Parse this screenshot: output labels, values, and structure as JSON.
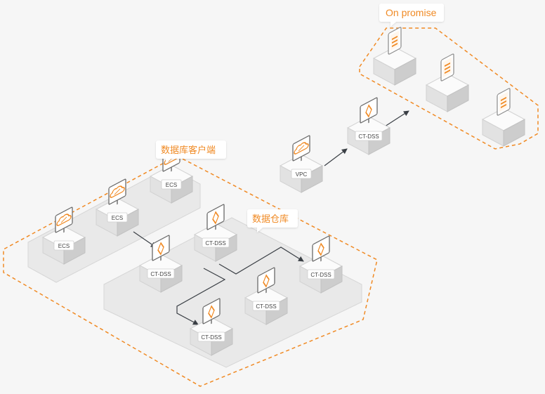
{
  "colors": {
    "accent": "#f08a24",
    "arrow": "#3a3f45",
    "platform_fill": "#e9e9e9",
    "platform_stroke": "#d4d4d4",
    "cube_top": "#fbfbfb",
    "cube_left": "#dedede",
    "cube_right": "#cacaca",
    "label_text": "#444444",
    "background": "#f6f6f6"
  },
  "group_labels": {
    "on_premise": "On promise",
    "client": "数据库客户端",
    "warehouse": "数据仓库"
  },
  "nodes": {
    "ecs_1": {
      "label": "ECS",
      "icon": "cloud-monitor-icon"
    },
    "ecs_2": {
      "label": "ECS",
      "icon": "cloud-monitor-icon"
    },
    "ecs_3": {
      "label": "ECS",
      "icon": "cloud-monitor-icon"
    },
    "dss_top": {
      "label": "CT-DSS",
      "icon": "diamond-monitor-icon"
    },
    "dss_left": {
      "label": "CT-DSS",
      "icon": "diamond-monitor-icon"
    },
    "dss_right": {
      "label": "CT-DSS",
      "icon": "diamond-monitor-icon"
    },
    "dss_mid": {
      "label": "CT-DSS",
      "icon": "diamond-monitor-icon"
    },
    "dss_bottom": {
      "label": "CT-DSS",
      "icon": "diamond-monitor-icon"
    },
    "vpc": {
      "label": "VPC",
      "icon": "cloud-monitor-icon"
    },
    "dss_gateway": {
      "label": "CT-DSS",
      "icon": "diamond-monitor-icon"
    },
    "server_1": {
      "label": "",
      "icon": "server-document-icon"
    },
    "server_2": {
      "label": "",
      "icon": "server-document-icon"
    },
    "server_3": {
      "label": "",
      "icon": "server-document-icon"
    }
  }
}
